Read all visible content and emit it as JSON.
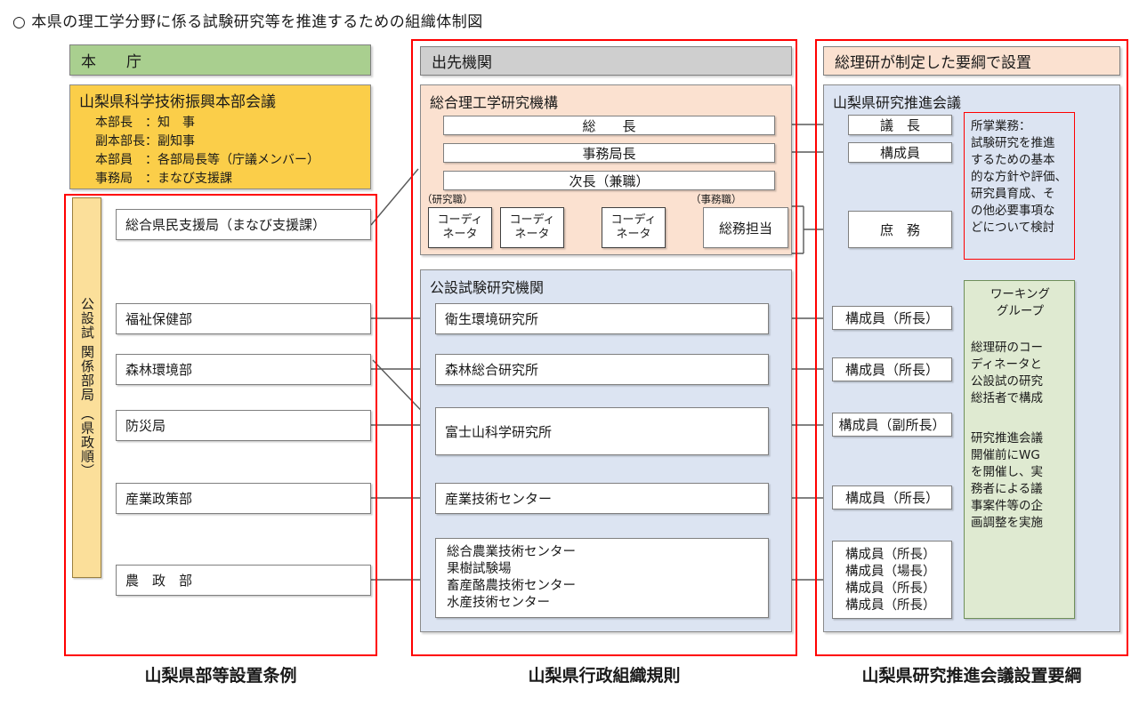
{
  "title": "○ 本県の理工学分野に係る試験研究等を推進するための組織体制図",
  "columns": {
    "left": {
      "header": "本　　庁",
      "caption": "山梨県部等設置条例",
      "hq_meeting": {
        "title": "山梨県科学技術振興本部会議",
        "lines": [
          "本部長　：知　事",
          "副本部長：副知事",
          "本部員　：各部局長等（庁議メンバー）",
          "事務局　：まなび支援課"
        ]
      },
      "vertical_label": "公設試 関係部局 （県政順）",
      "departments": [
        "総合県民支援局（まなび支援課）",
        "福祉保健部",
        "森林環境部",
        "防災局",
        "産業政策部",
        "農　政　部"
      ]
    },
    "middle": {
      "header": "出先機関",
      "caption": "山梨県行政組織規則",
      "research_org": {
        "title": "総合理工学研究機構",
        "posts": [
          "総　　長",
          "事務局長",
          "次長（兼職）"
        ],
        "role_label_research": "（研究職）",
        "role_label_admin": "（事務職）",
        "coordinators": [
          {
            "line1": "コーディ",
            "line2": "ネータ"
          },
          {
            "line1": "コーディ",
            "line2": "ネータ"
          },
          {
            "line1": "コーディ",
            "line2": "ネータ"
          }
        ],
        "admin_box": "総務担当"
      },
      "public_institutes": {
        "title": "公設試験研究機関",
        "items": [
          {
            "lines": [
              "衛生環境研究所"
            ]
          },
          {
            "lines": [
              "森林総合研究所"
            ]
          },
          {
            "lines": [
              "富士山科学研究所"
            ]
          },
          {
            "lines": [
              "産業技術センター"
            ]
          },
          {
            "lines": [
              "総合農業技術センター",
              "果樹試験場",
              "畜産酪農技術センター",
              "水産技術センター"
            ]
          }
        ]
      }
    },
    "right": {
      "header": "総理研が制定した要綱で設置",
      "caption": "山梨県研究推進会議設置要綱",
      "council": {
        "title": "山梨県研究推進会議",
        "top_roles": [
          "議　長",
          "構成員"
        ],
        "clerical": "庶　務",
        "members": [
          {
            "lines": [
              "構成員（所長）"
            ]
          },
          {
            "lines": [
              "構成員（所長）"
            ]
          },
          {
            "lines": [
              "構成員（副所長）"
            ]
          },
          {
            "lines": [
              "構成員（所長）"
            ]
          },
          {
            "lines": [
              "構成員（所長）",
              "構成員（場長）",
              "構成員（所長）",
              "構成員（所長）"
            ]
          }
        ]
      },
      "scope_note": {
        "lines": [
          "所掌業務：",
          "試験研究を推進",
          "するための基本",
          "的な方針や評価、",
          "研究員育成、そ",
          "の他必要事項な",
          "どについて検討"
        ]
      },
      "working_group": {
        "title_lines": [
          "ワーキング",
          "グループ"
        ],
        "paragraph1": [
          "総理研のコー",
          "ディネータと",
          "公設試の研究",
          "総括者で構成"
        ],
        "paragraph2": [
          "研究推進会議",
          "開催前にWG",
          "を開催し、実",
          "務者による議",
          "事案件等の企",
          "画調整を実施"
        ]
      }
    }
  },
  "colors": {
    "green_header": "#a9cf8f",
    "gray_header": "#cfcfcf",
    "peach": "#fbe1d0",
    "yellow_panel": "#fbce49",
    "yellow_strip": "#fbdf9a",
    "blue_panel": "#dce4f2",
    "wg_green": "#dfead1",
    "red_outline": "#ff0000"
  }
}
